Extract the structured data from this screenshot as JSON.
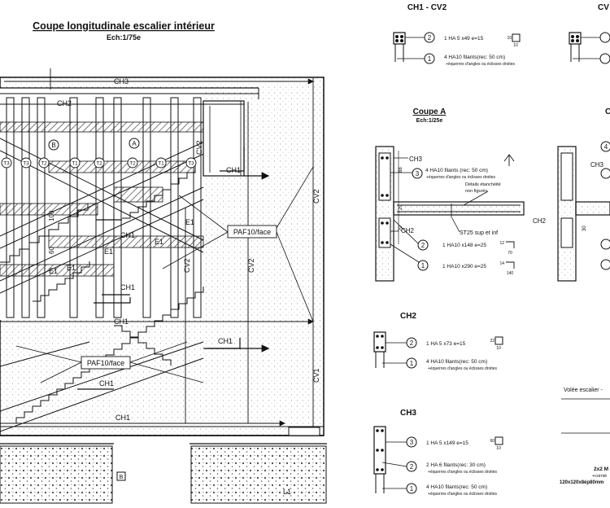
{
  "main": {
    "title": "Coupe longitudinale escalier intérieur",
    "scale": "Ech:1/75e",
    "labels": {
      "ch1": "CH1",
      "ch2": "CH2",
      "ch3": "CH3",
      "cv1": "CV1",
      "cv2": "CV2",
      "e1": "E1",
      "l1": "L1",
      "paf": "PAF10/face",
      "b": "B",
      "a": "A",
      "t1": "T1",
      "t2": "T2",
      "t3": "T3",
      "dim100": "100",
      "dim60": "60"
    }
  },
  "ch1cv2": {
    "title": "CH1 - CV2",
    "ref2": "2",
    "ref1": "1",
    "note2": "1 HA 5 x49   e=15",
    "note1": "4 HA10 filants(rec: 50 cm)",
    "note1b": "+équerres d'angles ou éclisses droites",
    "dim_a": "10",
    "dim_b": "10",
    "partial_title": "CV"
  },
  "coupeA": {
    "title": "Coupe A",
    "scale": "Ech:1/25e",
    "ref3": "3",
    "ref2": "2",
    "ref1": "1",
    "ref4": "4",
    "ch3": "CH3",
    "ch2": "CH2",
    "note3": "4 HA10 filants (rec: 50 cm)",
    "note3b": "+équerres d'angles ou éclisses droites",
    "details": "Détails étanchéité",
    "details2": "non figurés",
    "st25": "ST25 sup et inf",
    "note2": "1 HA10 x148  e=25",
    "note1": "1 HA10 x290  e=25",
    "dim20a": "20",
    "dim20b": "20",
    "dim88": "88",
    "dim30": "30",
    "dim12": "12",
    "dim70": "70",
    "dim14": "14",
    "dim140": "140",
    "partial_title": "C"
  },
  "ch2": {
    "title": "CH2",
    "ref2": "2",
    "ref1": "1",
    "note2": "1 HA 5 x73   e=15",
    "note1": "4 HA10 filants(rec: 50 cm)",
    "note1b": "+équerres d'angles ou éclisses droites",
    "dim_a": "22",
    "dim_b": "10"
  },
  "ch3": {
    "title": "CH3",
    "ref3": "3",
    "ref2": "2",
    "ref1": "1",
    "note3": "1 HA 5 x149  e=15",
    "note2": "2 HA 6  filants(rec: 30 cm)",
    "note2b": "+équerres d'angles ou éclisses droites",
    "note1": "4 HA10 filants(rec: 50 cm)",
    "note1b": "+équerres d'angles ou éclisses droites",
    "dim_a": "60",
    "dim_b": "10"
  },
  "right": {
    "volee": "Volée escalier -",
    "bottom1": "2x2 M",
    "bottom2": "+cornié",
    "bottom3": "120x120x8ép80mm"
  }
}
